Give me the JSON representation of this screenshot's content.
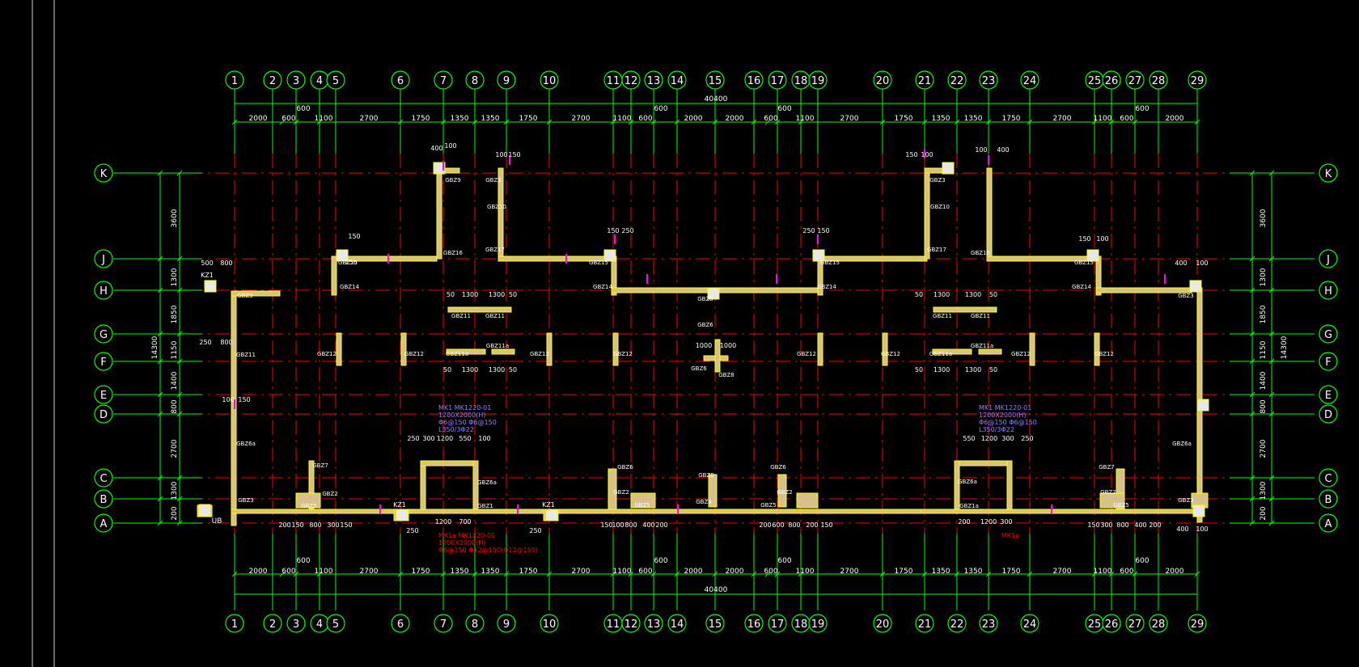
{
  "axes_numbers": [
    "1",
    "2",
    "3",
    "4",
    "5",
    "6",
    "7",
    "8",
    "9",
    "10",
    "11",
    "12",
    "13",
    "14",
    "15",
    "16",
    "17",
    "18",
    "19",
    "20",
    "21",
    "22",
    "23",
    "24",
    "25",
    "26",
    "27",
    "28",
    "29"
  ],
  "axes_letters": [
    "K",
    "J",
    "H",
    "G",
    "F",
    "E",
    "D",
    "C",
    "B",
    "A"
  ],
  "dims": {
    "total": "40400",
    "top_segments": [
      "2000",
      "600",
      "1100",
      "2700",
      "1750",
      "1350",
      "1350",
      "1750",
      "2700",
      "1100",
      "600",
      "2000",
      "2000",
      "600",
      "1100",
      "2700",
      "1750",
      "1350",
      "1350",
      "1750",
      "2700",
      "1100",
      "600",
      "2000"
    ],
    "upper_600": "600",
    "left_vertical": [
      "3600",
      "1300",
      "1850",
      "1150",
      "1400",
      "800",
      "2700",
      "1300",
      "200"
    ],
    "overall_vertical": "14300"
  },
  "column_tags": [
    "GBZ1",
    "GBZ2",
    "GBZ3",
    "GBZ4",
    "GBZ5",
    "GBZ6",
    "GBZ7",
    "GBZ8",
    "GBZ9",
    "GBZ10",
    "GBZ11",
    "GBZ12",
    "GBZ13",
    "GBZ14",
    "GBZ15",
    "GBZ16",
    "GBZ17"
  ],
  "notes": {
    "mk_left": [
      "MK1  MK1220-01",
      "1200X2000(H)",
      "Φ6@150 Φ6@150",
      "L350/3Φ22"
    ],
    "mk_right": [
      "MK1  MK1220-01",
      "1200X2000(H)",
      "Φ6@150 Φ6@150",
      "L350/3Φ22"
    ],
    "mk_bottom": [
      "MK1a  MK1220-01",
      "1200X2000(H)",
      "Φ6@150 Φ12@150(Φ12@150)"
    ],
    "mk1a_right": "MK1a",
    "kz1": "KZ1",
    "ub": "UB"
  },
  "colors": {
    "background": "#000000",
    "axis_green": "#00ff00",
    "grid_red": "#ff0000",
    "wall_yellow": "#ffff00",
    "wall_fill": "#d8c08a",
    "magenta": "#ff00ff",
    "text_white": "#ffffff",
    "note_purple": "#9a7cff"
  }
}
